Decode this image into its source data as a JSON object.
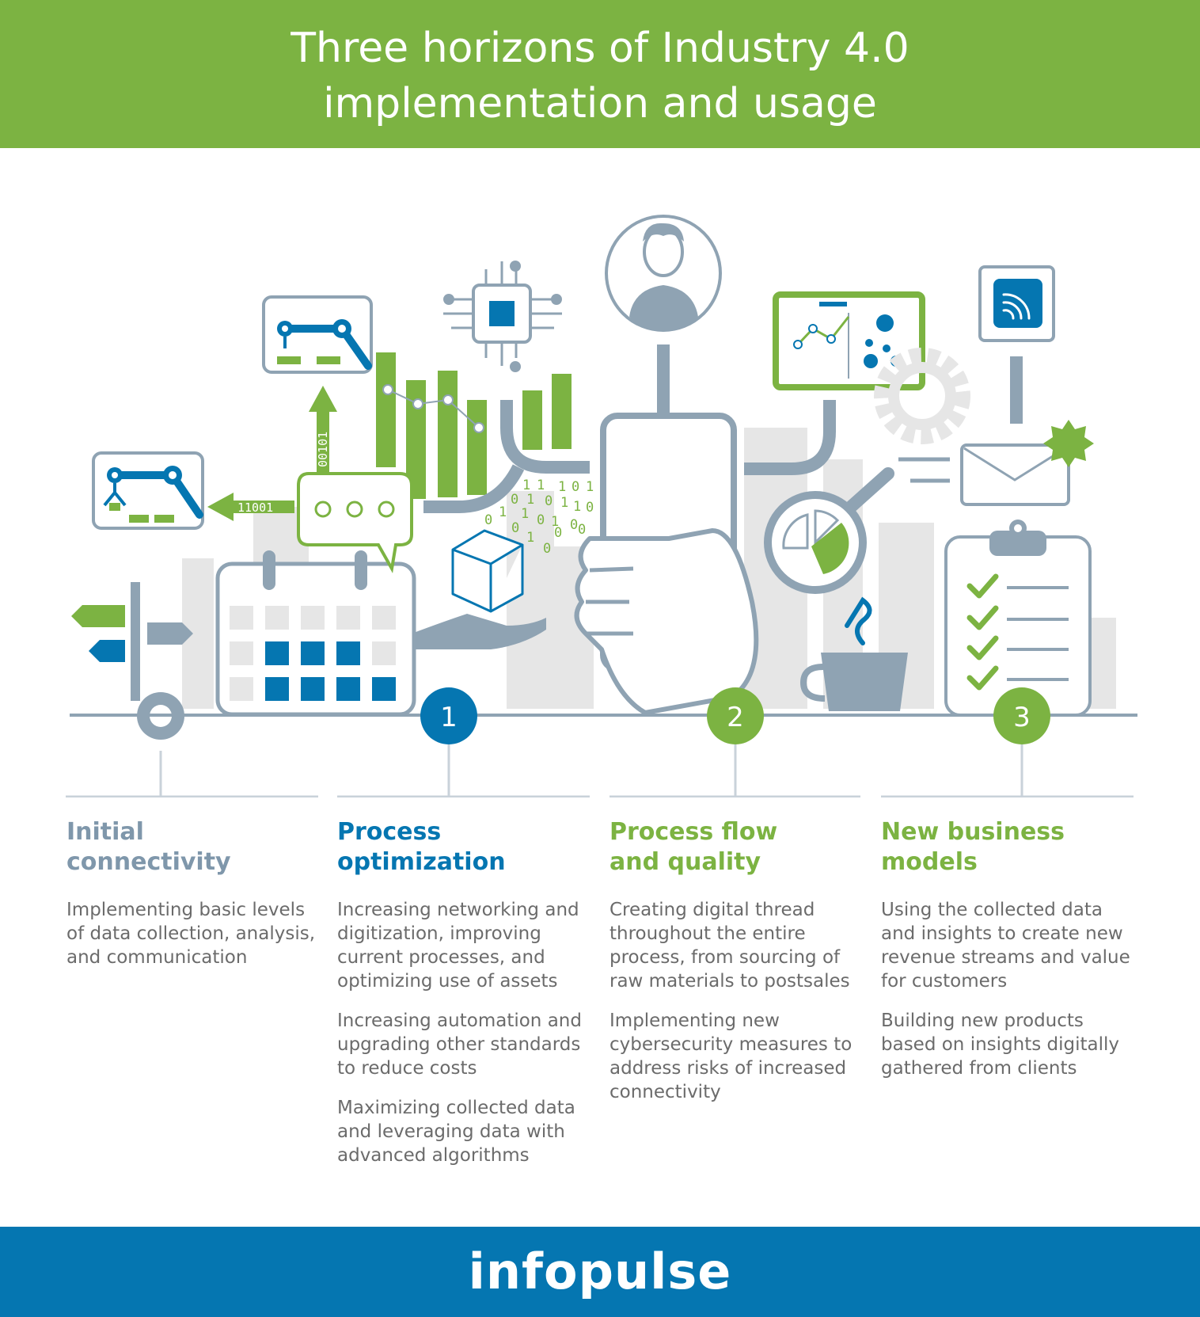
{
  "header": {
    "title_line1": "Three horizons of Industry 4.0",
    "title_line2": "implementation and usage"
  },
  "illustration": {
    "binary_left": "11001",
    "binary_up": "00101",
    "steps": [
      {
        "number": "1",
        "color": "#0576b1"
      },
      {
        "number": "2",
        "color": "#7cb342"
      },
      {
        "number": "3",
        "color": "#7cb342"
      }
    ],
    "icons": [
      "robot-arm-icon",
      "signpost-icon",
      "calendar-icon",
      "chat-bubble-icon",
      "cpu-chip-icon",
      "bar-chart-icon",
      "cube-in-hand-icon",
      "user-avatar-icon",
      "smartphone-in-hand-icon",
      "dashboard-icon",
      "gear-icon",
      "magnifier-pie-icon",
      "coffee-cup-icon",
      "wifi-signal-icon",
      "envelope-icon",
      "clipboard-checklist-icon"
    ]
  },
  "columns": [
    {
      "title_line1": "Initial",
      "title_line2": "connectivity",
      "color": "#7f97ab",
      "paragraphs": [
        "Implementing basic levels of data collection, analysis, and communication"
      ]
    },
    {
      "title_line1": "Process",
      "title_line2": "optimization",
      "color": "#0576b1",
      "paragraphs": [
        "Increasing networking and digitization, improving current processes, and optimizing use of assets",
        "Increasing automation and upgrading other standards to reduce costs",
        "Maximizing collected data and leveraging data with advanced algorithms"
      ]
    },
    {
      "title_line1": "Process flow",
      "title_line2": "and quality",
      "color": "#7cb342",
      "paragraphs": [
        "Creating digital thread throughout the entire process, from sourcing of raw materials to postsales",
        "Implementing new cybersecurity measures to address risks of increased connectivity"
      ]
    },
    {
      "title_line1": "New business",
      "title_line2": "models",
      "color": "#7cb342",
      "paragraphs": [
        "Using the collected data and insights to create new revenue streams and value for customers",
        "Building new products based on insights digitally gathered from clients"
      ]
    }
  ],
  "footer": {
    "brand": "infopulse"
  }
}
